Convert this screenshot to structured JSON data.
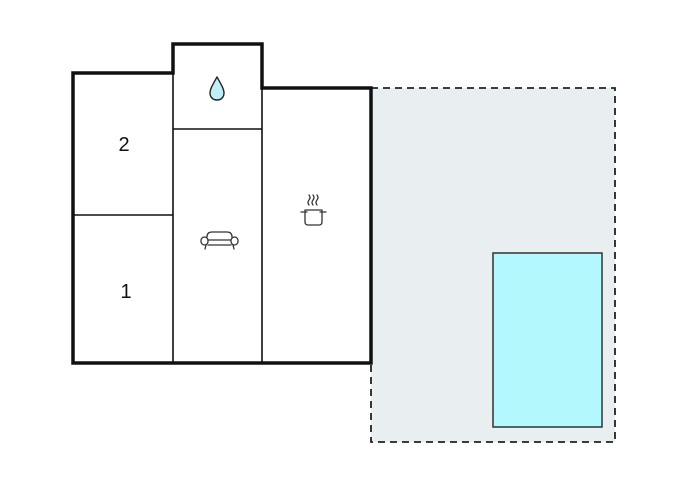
{
  "rooms": {
    "bedroom_2": {
      "label": "2"
    },
    "bedroom_1": {
      "label": "1"
    },
    "bathroom": {
      "icon": "water-drop-icon"
    },
    "living_room": {
      "icon": "sofa-icon"
    },
    "kitchen": {
      "icon": "cooking-pot-icon"
    }
  },
  "outdoor": {
    "terrace": {
      "fill": "#e9eff0",
      "border": "dashed"
    },
    "pool": {
      "fill": "#b3f8fc"
    }
  },
  "colors": {
    "wall": "#111111",
    "terrace": "#e9eff0",
    "pool": "#b3f8fc",
    "pool_border": "#333333",
    "icon_stroke": "#333333",
    "drop_fill": "#bfeff6"
  }
}
